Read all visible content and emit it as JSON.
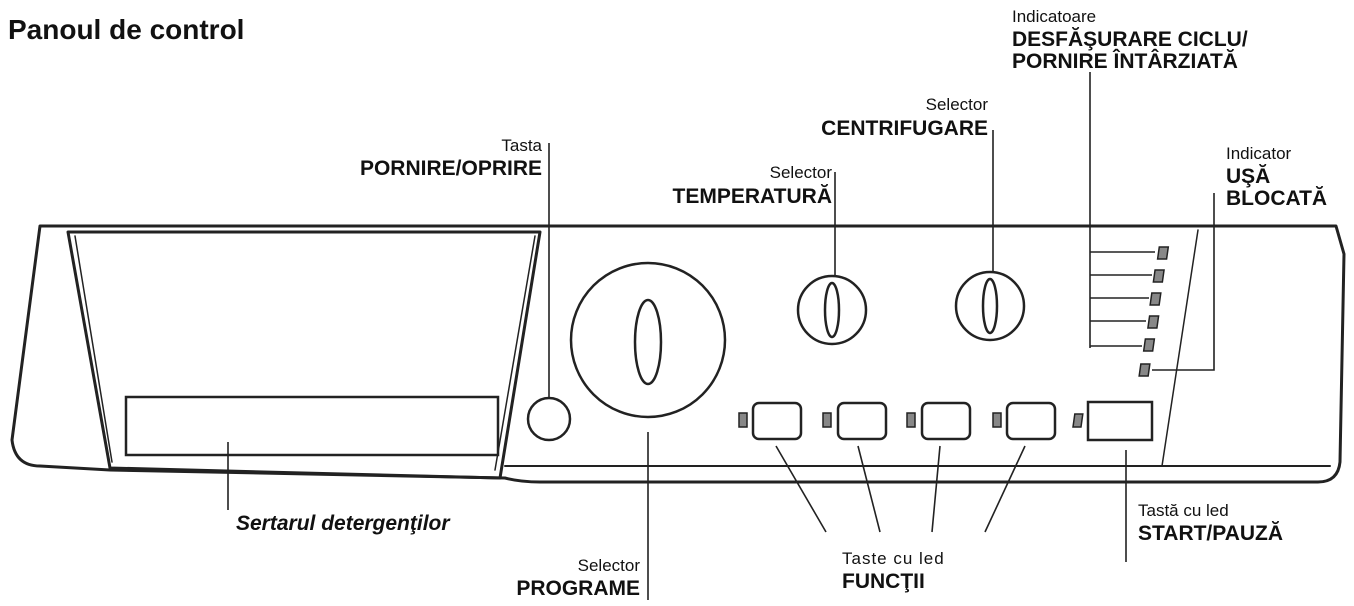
{
  "title": "Panoul de control",
  "labels": {
    "power_small": "Tasta",
    "power_big": "PORNIRE/OPRIRE",
    "temp_small": "Selector",
    "temp_big": "TEMPERATURĂ",
    "spin_small": "Selector",
    "spin_big": "CENTRIFUGARE",
    "cycle_small": "Indicatoare",
    "cycle_big1": "DESFĂŞURARE CICLU/",
    "cycle_big2": "PORNIRE ÎNTÂRZIATĂ",
    "door_small": "Indicator",
    "door_big1": "UŞĂ",
    "door_big2": "BLOCATĂ",
    "drawer": "Sertarul detergenţilor",
    "program_small": "Selector",
    "program_big": "PROGRAME",
    "func_small": "Taste cu led",
    "func_big": "FUNCŢII",
    "start_small": "Tastă  cu led",
    "start_big": "START/PAUZĂ"
  }
}
